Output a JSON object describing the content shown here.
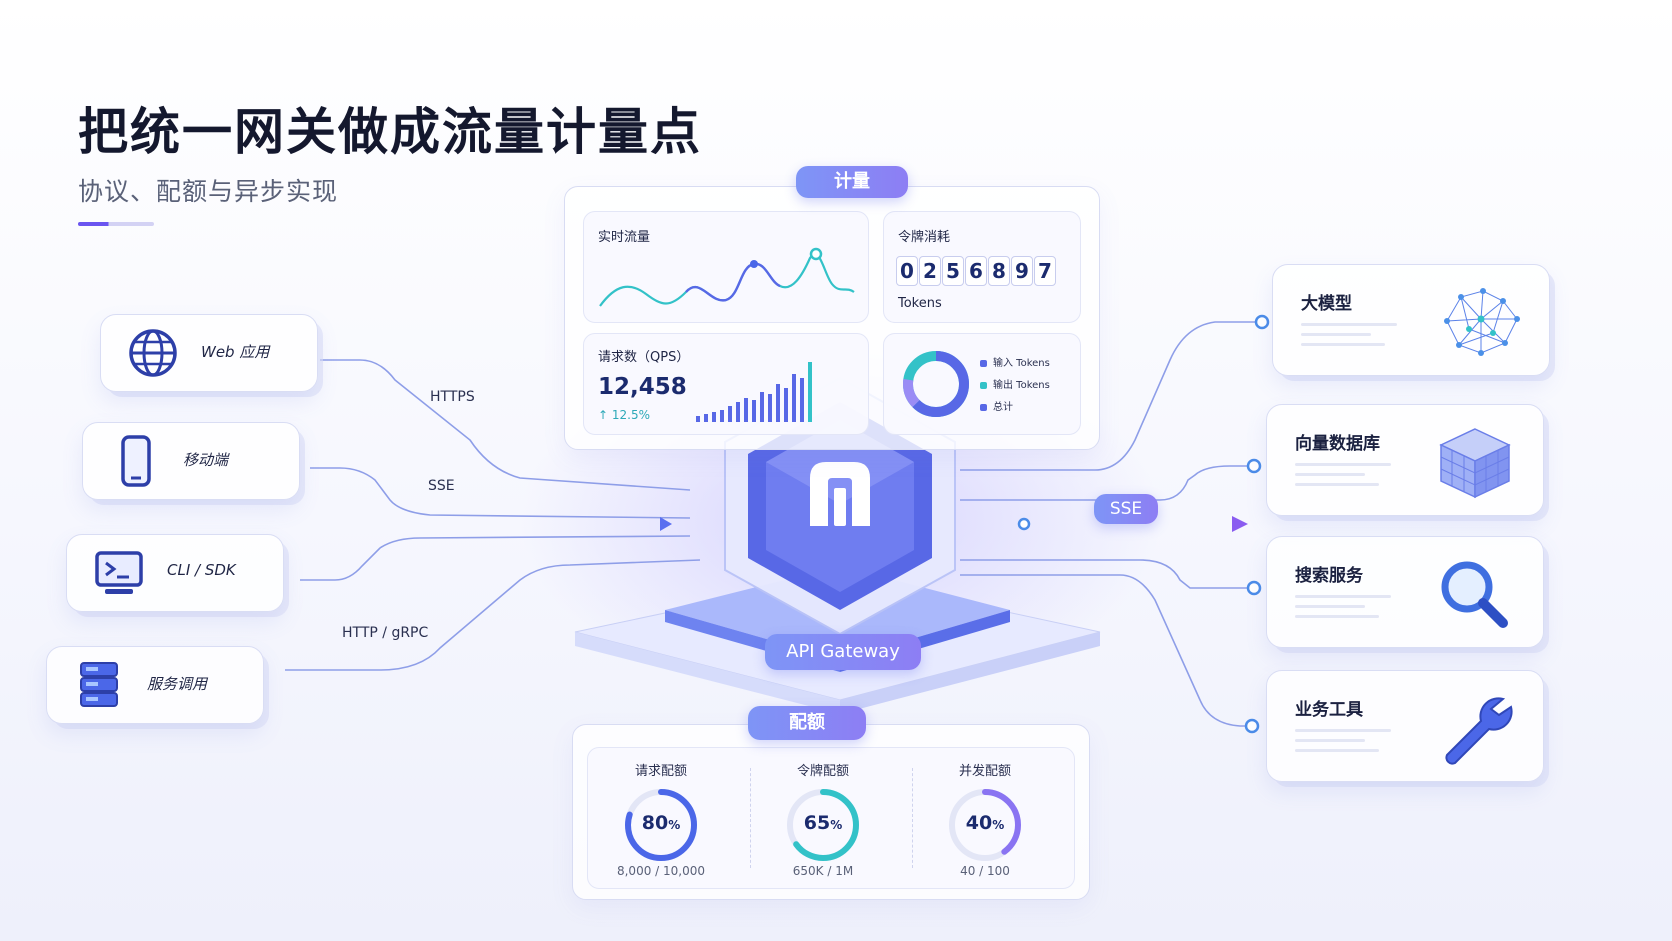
{
  "title": "把统一网关做成流量计量点",
  "subtitle": "协议、配额与异步实现",
  "clients": [
    {
      "label": "Web 应用",
      "icon": "globe-icon"
    },
    {
      "label": "移动端",
      "icon": "mobile-phone-icon"
    },
    {
      "label": "CLI / SDK",
      "icon": "terminal-icon"
    },
    {
      "label": "服务调用",
      "icon": "server-icon"
    }
  ],
  "protocols": [
    "HTTPS",
    "SSE",
    "HTTP / gRPC"
  ],
  "metering": {
    "label": "计量",
    "realtime_title": "实时流量",
    "token_title": "令牌消耗",
    "token_digits": [
      "0",
      "2",
      "5",
      "6",
      "8",
      "9",
      "7"
    ],
    "token_unit": "Tokens",
    "qps_title": "请求数（QPS）",
    "qps_value": "12,458",
    "qps_change": "↑ 12.5%",
    "legend": [
      "输入 Tokens",
      "输出 Tokens",
      "总计"
    ]
  },
  "gateway": {
    "label": "API Gateway",
    "logo": "gateway-logo-icon"
  },
  "sse_label": "SSE",
  "quota": {
    "label": "配额",
    "items": [
      {
        "name": "请求配额",
        "percent": 80,
        "percent_text": "80",
        "detail": "8,000 / 10,000"
      },
      {
        "name": "令牌配额",
        "percent": 65,
        "percent_text": "65",
        "detail": "650K / 1M"
      },
      {
        "name": "并发配额",
        "percent": 40,
        "percent_text": "40",
        "detail": "40 / 100"
      }
    ],
    "percent_unit": "%"
  },
  "services": [
    {
      "label": "大模型",
      "icon": "neural-network-icon"
    },
    {
      "label": "向量数据库",
      "icon": "cube-database-icon"
    },
    {
      "label": "搜索服务",
      "icon": "magnifier-icon"
    },
    {
      "label": "业务工具",
      "icon": "wrench-icon"
    }
  ],
  "colors": {
    "accent": "#6a55f0",
    "blue": "#4b67e8",
    "teal": "#33c2c8",
    "purple": "#8a74f2"
  }
}
